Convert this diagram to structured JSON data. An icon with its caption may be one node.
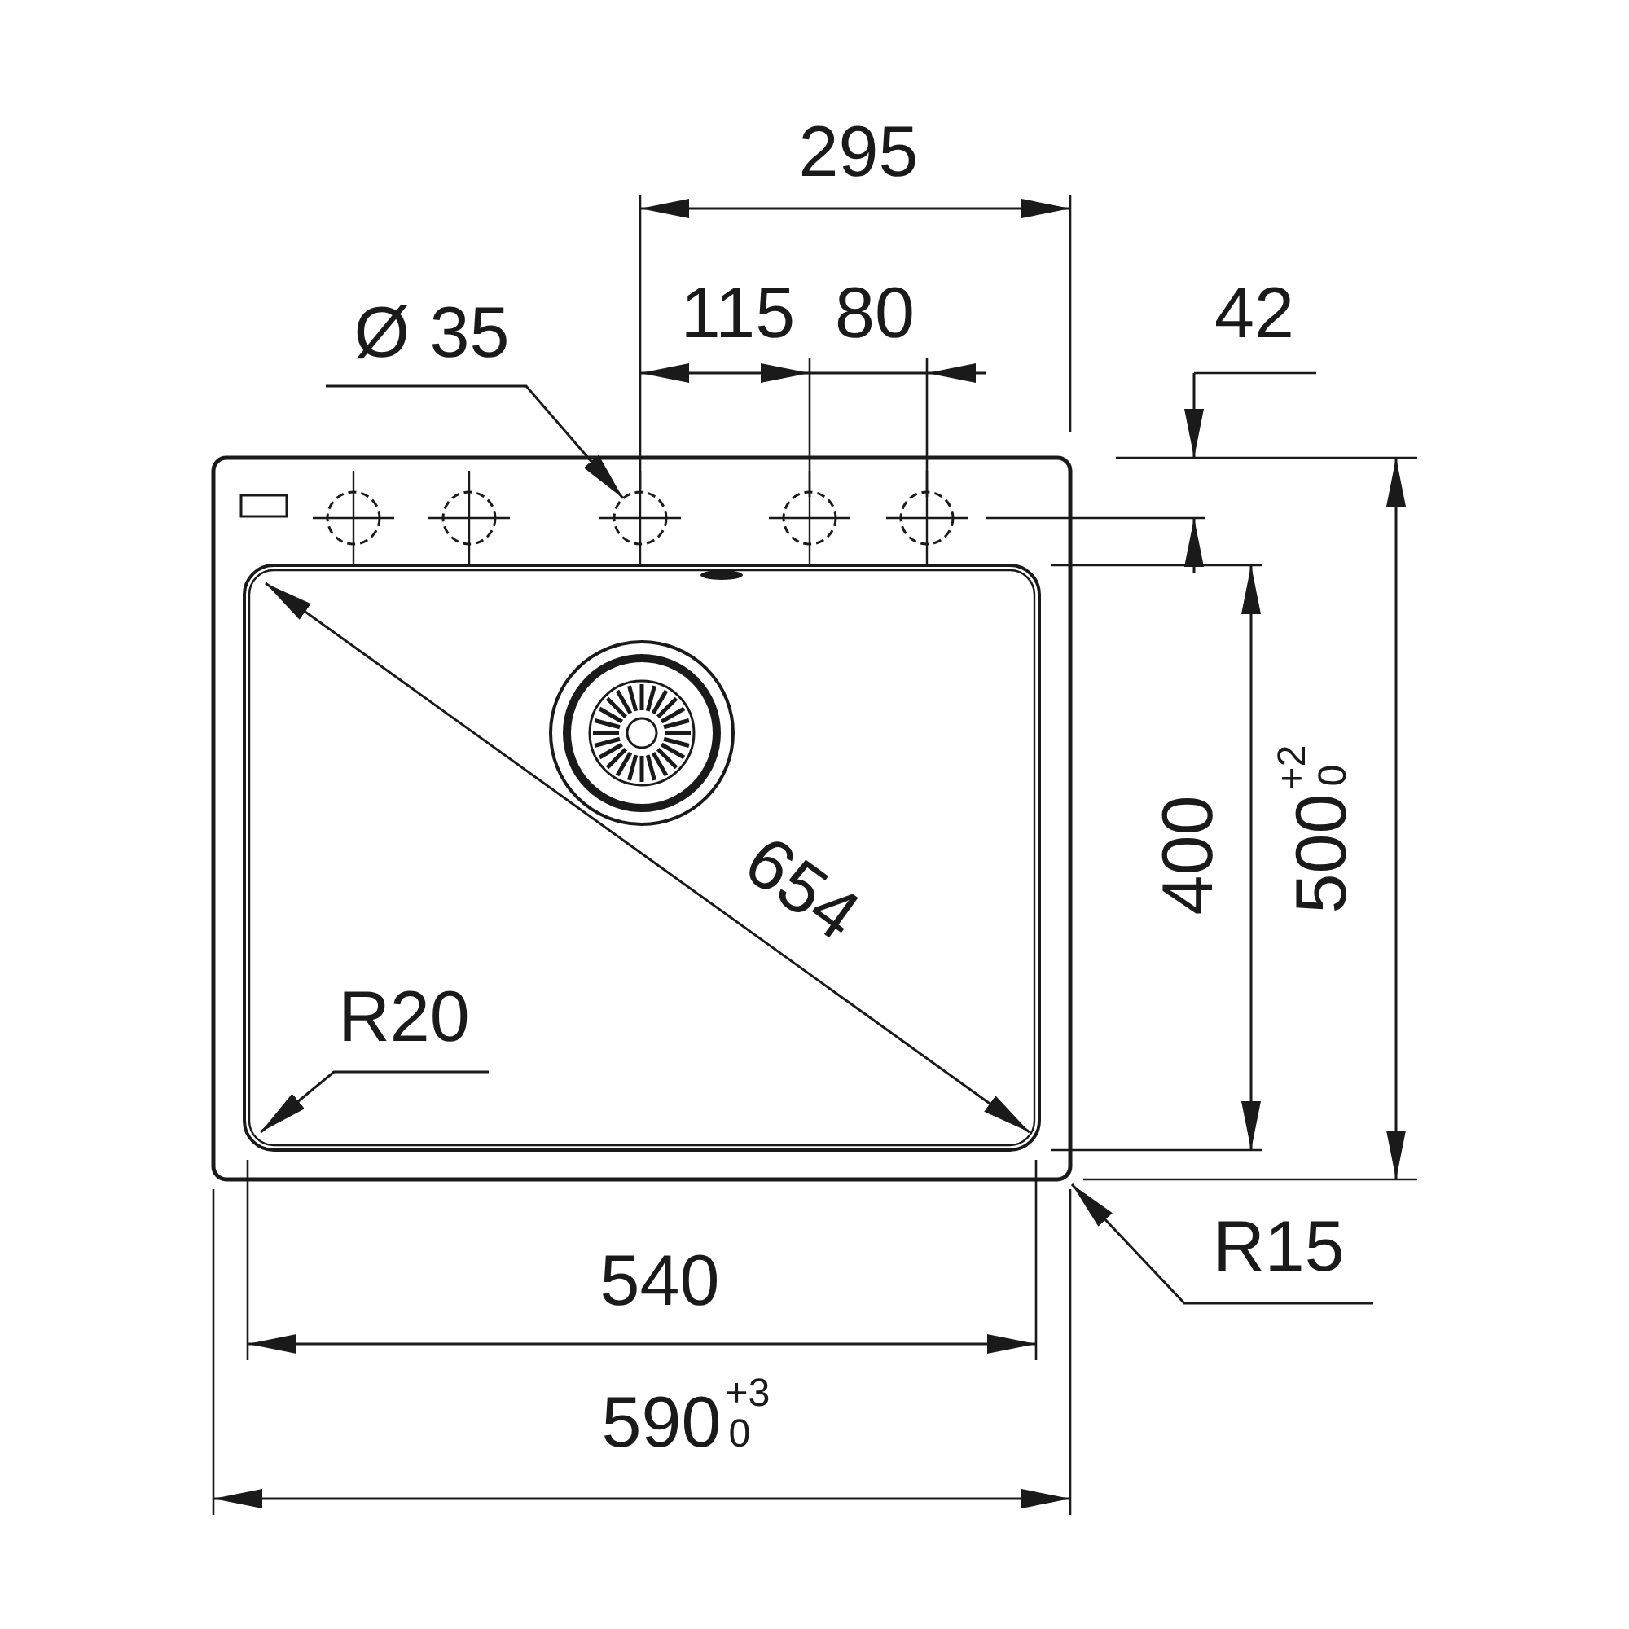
{
  "diagram": {
    "nodes": [
      {
        "text": [
          "Ø 35"
        ]
      },
      {
        "text": [],
        "shape": "circle"
      },
      {
        "text": [
          "R20"
        ]
      },
      {
        "text": [
          "R15"
        ]
      }
    ],
    "edges": [
      {
        "from": 0,
        "to": 1,
        "arrow": "to"
      },
      {
        "from": 2,
        "to": null,
        "arrow": "to"
      },
      {
        "from": 3,
        "to": null,
        "arrow": "to"
      }
    ],
    "labels": [
      "295",
      "115",
      "80",
      "42",
      "654",
      "400",
      "500$^{+2}$$_{0}$",
      "540",
      "590$^{+3}$$_{0}$"
    ]
  }
}
